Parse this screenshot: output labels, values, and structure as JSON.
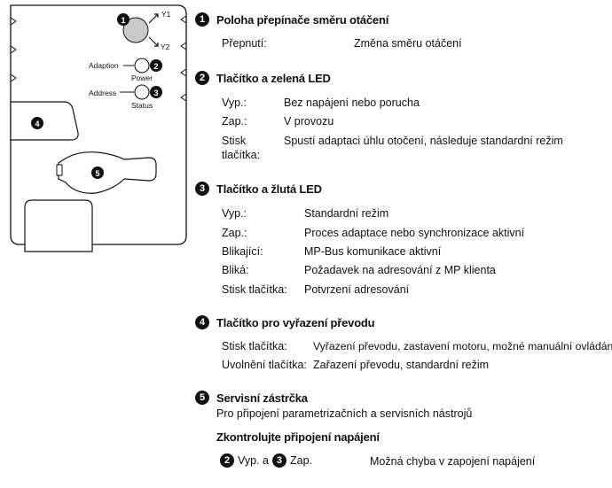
{
  "diagram": {
    "y1": "Y1",
    "y2": "Y2",
    "adaption": "Adaption",
    "power": "Power",
    "address": "Address",
    "status": "Status",
    "n1": "1",
    "n2": "2",
    "n3": "3",
    "n4": "4",
    "n5": "5"
  },
  "s1": {
    "num": "1",
    "title": "Poloha přepínače směru otáčení",
    "rows": [
      {
        "key": "Přepnutí:",
        "val": "Změna směru otáčení"
      }
    ]
  },
  "s2": {
    "num": "2",
    "title": "Tlačítko a zelená LED",
    "rows": [
      {
        "key": "Vyp.:",
        "val": "Bez napájení nebo porucha"
      },
      {
        "key": "Zap.:",
        "val": "V provozu"
      },
      {
        "key": "Stisk",
        "key2": "tlačítka:",
        "val": "Spustí adaptaci úhlu otočení, následuje standardní režim"
      }
    ]
  },
  "s3": {
    "num": "3",
    "title": "Tlačítko a žlutá LED",
    "rows": [
      {
        "key": "Vyp.:",
        "val": "Standardní režim"
      },
      {
        "key": "Zap.:",
        "val": "Proces adaptace nebo synchronizace aktivní"
      },
      {
        "key": "Blikající:",
        "val": "MP-Bus komunikace aktivní"
      },
      {
        "key": "Bliká:",
        "val": "Požadavek na adresování z MP klienta"
      },
      {
        "key": "Stisk tlačítka:",
        "val": "Potvrzení adresování"
      }
    ]
  },
  "s4": {
    "num": "4",
    "title": "Tlačítko pro vyřazení převodu",
    "rows": [
      {
        "key": "Stisk tlačítka:",
        "val": "Vyřazení převodu, zastavení motoru, možné manuální ovládání"
      },
      {
        "key": "Uvolnění tlačítka:",
        "val": "Zařazení převodu, standardní režim"
      }
    ]
  },
  "s5": {
    "num": "5",
    "title": "Servisní zástrčka",
    "desc": "Pro připojení parametrizačních a servisních nástrojů"
  },
  "check": {
    "title": "Zkontrolujte připojení napájení",
    "num_a": "2",
    "part_a": "Vyp. a",
    "num_b": "3",
    "part_b": "Zap.",
    "result": "Možná chyba v zapojení napájení"
  }
}
